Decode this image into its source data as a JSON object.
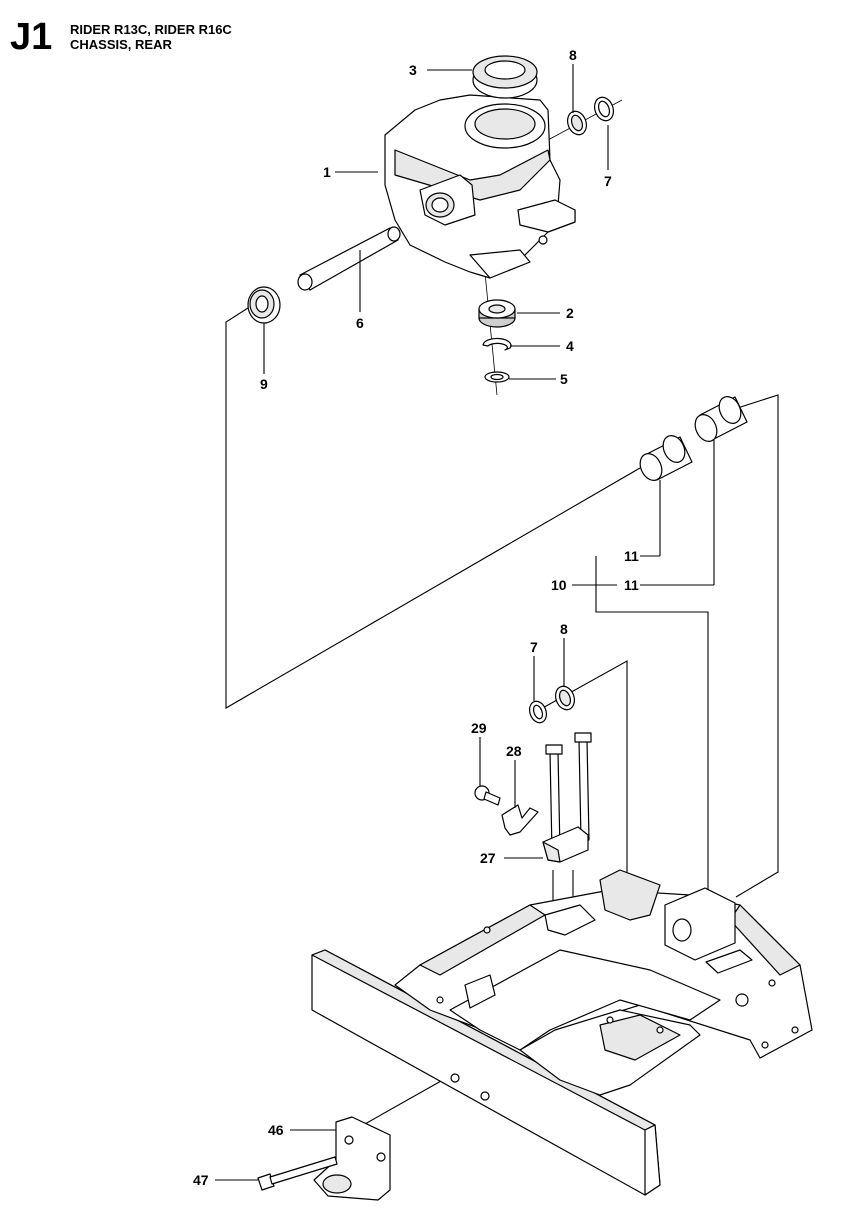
{
  "header": {
    "section_code": "J1",
    "models": "RIDER R13C, RIDER R16C",
    "subtitle": "CHASSIS, REAR"
  },
  "callouts": {
    "c1": "1",
    "c2": "2",
    "c3": "3",
    "c4": "4",
    "c5": "5",
    "c6": "6",
    "c7_top": "7",
    "c8_top": "8",
    "c9": "9",
    "c10": "10",
    "c11_a": "11",
    "c11_b": "11",
    "c7_mid": "7",
    "c8_mid": "8",
    "c27": "27",
    "c28": "28",
    "c29": "29",
    "c46": "46",
    "c47": "47"
  }
}
